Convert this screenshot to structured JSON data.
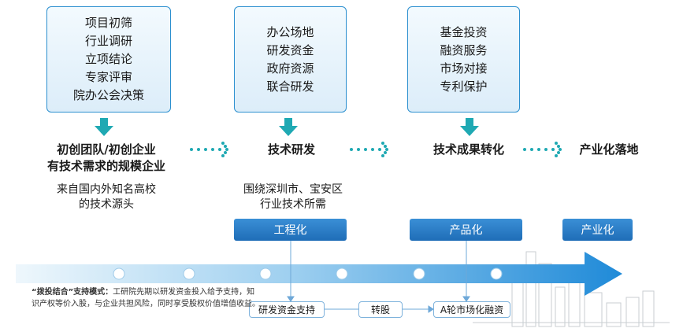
{
  "boxes": [
    {
      "items": [
        "项目初筛",
        "行业调研",
        "立项结论",
        "专家评审",
        "院办公会决策"
      ]
    },
    {
      "items": [
        "办公场地",
        "研发资金",
        "政府资源",
        "联合研发"
      ]
    },
    {
      "items": [
        "基金投资",
        "融资服务",
        "市场对接",
        "专利保护"
      ]
    }
  ],
  "stages": {
    "stage1_line1": "初创团队/初创企业",
    "stage1_line2": "有技术需求的规模企业",
    "stage2": "技术研发",
    "stage3": "技术成果转化",
    "stage4": "产业化落地"
  },
  "subtitles": {
    "s1_line1": "来自国内外知名高校",
    "s1_line2": "的技术源头",
    "s2_line1": "围绕深圳市、宝安区",
    "s2_line2": "行业技术所需"
  },
  "phases": {
    "engineering": "工程化",
    "product": "产品化",
    "industrial": "产业化"
  },
  "bottom": {
    "fund_support": "研发资金支持",
    "convert": "转股",
    "a_round": "A轮市场化融资"
  },
  "note": {
    "label": "“拨投结合”支持模式：",
    "text": "工研院先期以研发资金投入给予支持，知识产权等价入股，与企业共担风险，同时享受股权价值增值收益。"
  },
  "colors": {
    "teal": "#1fa9b3",
    "blue": "#2f84cf",
    "arrow_light": "#e8f4fb",
    "arrow_dark": "#1f8ad8"
  }
}
